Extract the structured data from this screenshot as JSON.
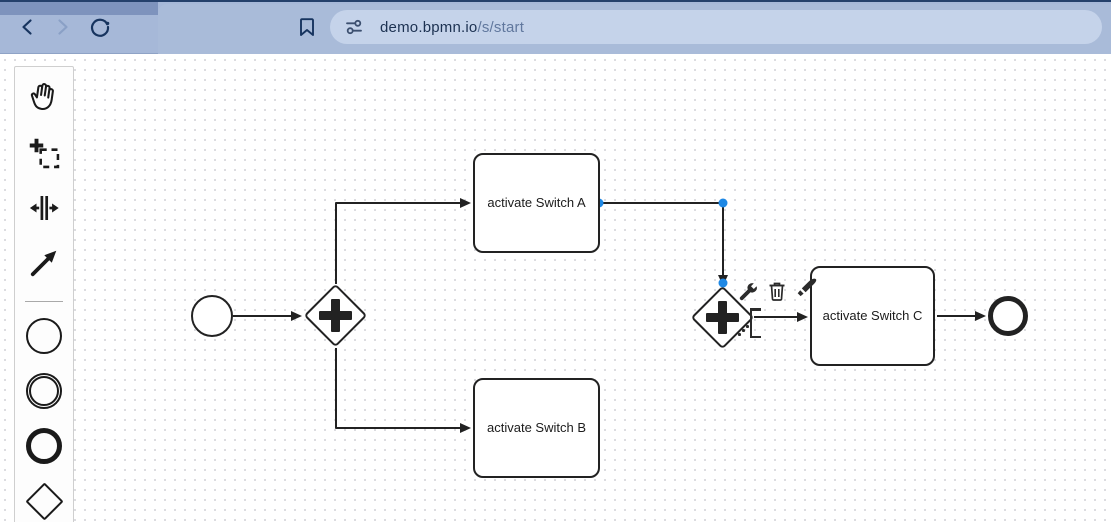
{
  "browser": {
    "url": {
      "domain": "demo.bpmn.io",
      "path": "/s/start",
      "full": "demo.bpmn.io/s/start"
    },
    "colors": {
      "frame_top": "#24406b",
      "tab_strip": "#7e93bd",
      "toolbar_bg": "#a6b8d8",
      "urlbar_bg": "#c5d3ea",
      "icon": "#17345f",
      "icon_disabled": "#8aa0c6"
    }
  },
  "palette": {
    "tools": [
      {
        "name": "hand-tool"
      },
      {
        "name": "lasso-tool"
      },
      {
        "name": "space-tool"
      },
      {
        "name": "global-connect-tool"
      },
      {
        "name": "create-start-event"
      },
      {
        "name": "create-intermediate-event"
      },
      {
        "name": "create-end-event"
      },
      {
        "name": "create-gateway"
      }
    ]
  },
  "diagram": {
    "start_event": {
      "type": "start"
    },
    "end_event": {
      "type": "end"
    },
    "gateways": [
      {
        "type": "parallel"
      },
      {
        "type": "parallel"
      }
    ],
    "tasks": [
      {
        "label": "activate Switch A"
      },
      {
        "label": "activate Switch B"
      },
      {
        "label": "activate Switch C"
      }
    ],
    "context_pad": {
      "actions": [
        "change-type",
        "delete",
        "set-color",
        "append-text-annotation"
      ]
    },
    "selection": {
      "selected_connection": "task-a-to-gateway-2",
      "handle_color": "#1e88e5",
      "stroke_color": "#222222"
    }
  }
}
